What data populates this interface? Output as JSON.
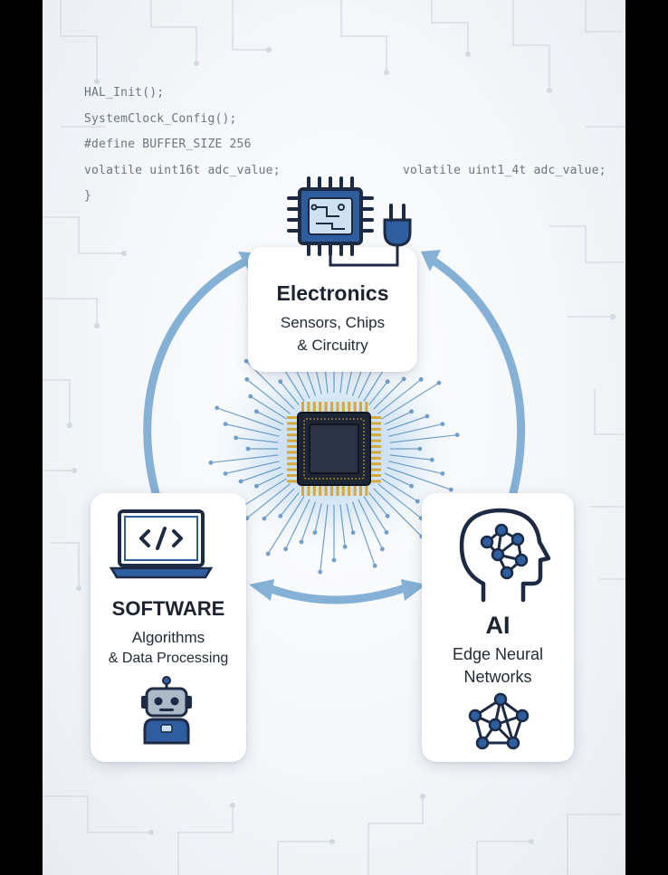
{
  "code_lines": [
    "HAL_Init();",
    "SystemClock_Config();",
    "#define BUFFER_SIZE 256",
    "volatile uint16t adc_value;",
    "}"
  ],
  "code_right": "volatile uint1_4t  adc_value;",
  "electronics": {
    "title": "Electronics",
    "line1": "Sensors, Chips",
    "line2": "& Circuitry"
  },
  "software": {
    "title": "SOFTWARE",
    "line1": "Algorithms",
    "line2": "& Data Processing"
  },
  "ai": {
    "title": "AI",
    "line1": "Edge Neural",
    "line2": "Networks"
  },
  "icons": {
    "electronics": "microchip-with-plug-icon",
    "software": "laptop-code-icon",
    "robot": "robot-icon",
    "ai_head": "brain-network-head-icon",
    "network": "neural-network-icon",
    "center": "central-processor-icon"
  },
  "colors": {
    "arrow": "#86b1d6",
    "icon_dark": "#1c2a44",
    "icon_blue": "#2f5ea0",
    "chip_gold": "#d4a93c",
    "glow": "#7fb3e0"
  }
}
